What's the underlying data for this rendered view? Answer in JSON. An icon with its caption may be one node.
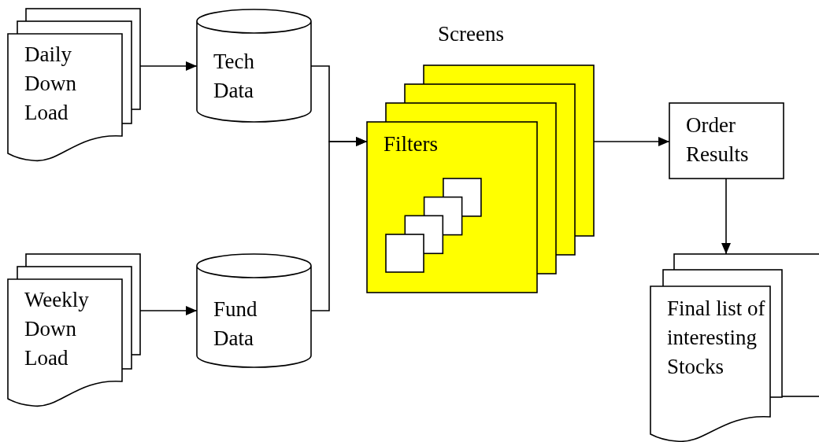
{
  "diagram": {
    "nodes": [
      {
        "text": [
          "Daily Down Load"
        ]
      },
      {
        "text": [
          "Tech Data"
        ]
      },
      {
        "text": [
          "Weekly Down Load"
        ]
      },
      {
        "text": [
          "Fund Data"
        ]
      },
      {
        "text": [
          "Filters"
        ],
        "beside": [
          "Screens"
        ]
      },
      {
        "text": [
          "Order Results"
        ]
      },
      {
        "text": [
          "Final list of interesting Stocks"
        ]
      }
    ],
    "edges": [
      {
        "from": 0,
        "to": 1,
        "arrow": "to"
      },
      {
        "from": 2,
        "to": 3,
        "arrow": "to"
      },
      {
        "from": 1,
        "to": 4,
        "arrow": "to"
      },
      {
        "from": 3,
        "to": 4,
        "arrow": "to"
      },
      {
        "from": 4,
        "to": 5,
        "arrow": "to"
      },
      {
        "from": 5,
        "to": 6,
        "arrow": "to"
      }
    ]
  }
}
